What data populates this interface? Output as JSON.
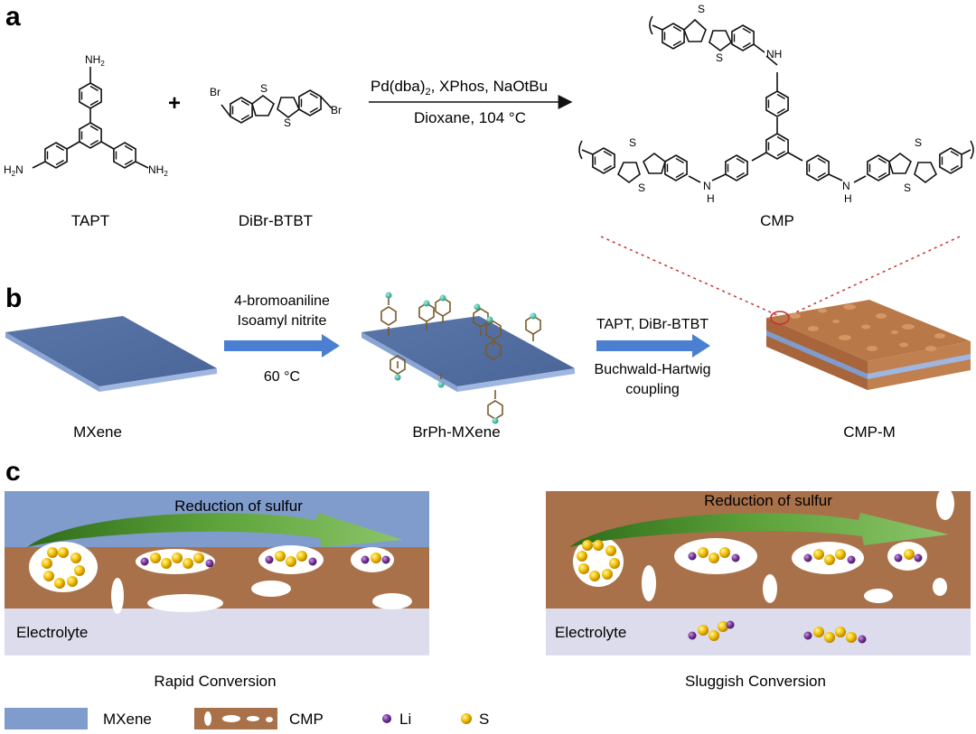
{
  "panels": {
    "a": "a",
    "b": "b",
    "c": "c"
  },
  "a": {
    "plus": "+",
    "reagents": "Pd(dba)",
    "reagents_sub": "2",
    "reagents_rest": ", XPhos, NaOtBu",
    "conditions": "Dioxane, 104 °C",
    "tapt_label": "TAPT",
    "dibr_label": "DiBr-BTBT",
    "cmp_label": "CMP",
    "atoms": {
      "nh2": "NH",
      "nh2_sub": "2",
      "h2n": "H",
      "h2n_sub": "2",
      "h2n_n": "N",
      "n": "N",
      "br": "Br",
      "s": "S",
      "nh": "NH",
      "h": "H"
    }
  },
  "b": {
    "step1_line1": "4-bromoaniline",
    "step1_line2": "Isoamyl nitrite",
    "step1_temp": "60 °C",
    "step2_line1": "TAPT, DiBr-BTBT",
    "step2_line2": "Buchwald-Hartwig",
    "step2_line3": "coupling",
    "mxene_label": "MXene",
    "brph_label": "BrPh-MXene",
    "cmpm_label": "CMP-M"
  },
  "c": {
    "left_arrow_label": "Reduction of sulfur",
    "right_arrow_label": "Reduction of sulfur",
    "left_electrolyte": "Electrolyte",
    "right_electrolyte": "Electrolyte",
    "left_caption": "Rapid Conversion",
    "right_caption": "Sluggish Conversion"
  },
  "legend": {
    "mxene": "MXene",
    "cmp": "CMP",
    "li": "Li",
    "s": "S"
  },
  "colors": {
    "mxene": "#7f9ccc",
    "mxene_dark": "#3f5a8a",
    "cmp": "#a8714a",
    "electrolyte": "#dcdcec",
    "arrow_green": "#4c8f2a",
    "arrow_blue": "#4a7fd1",
    "sulfur": "#f0b400",
    "lithium": "#6a2a8a"
  }
}
